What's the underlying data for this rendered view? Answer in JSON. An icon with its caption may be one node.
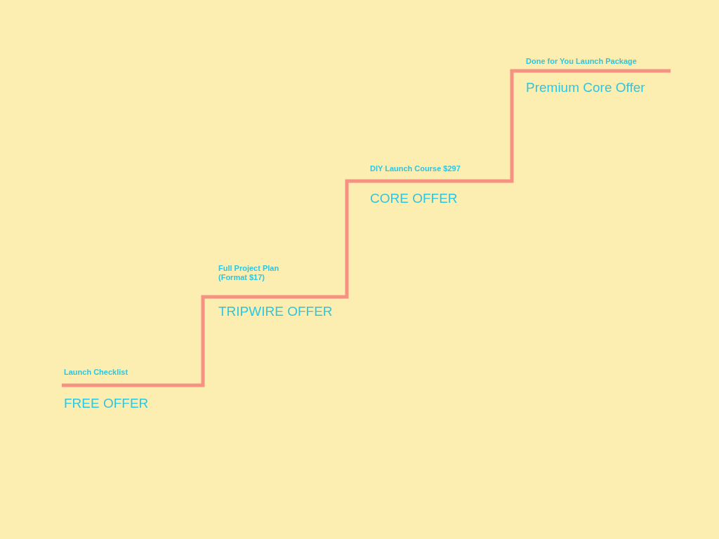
{
  "diagram": {
    "labels": [
      "Launch Checklist",
      "FREE OFFER",
      "Full Project Plan (Format $17)",
      "TRIPWIRE OFFER",
      "DIY Launch Course $297",
      "CORE OFFER",
      "Done for You Launch Package",
      "Premium Core Offer"
    ]
  }
}
